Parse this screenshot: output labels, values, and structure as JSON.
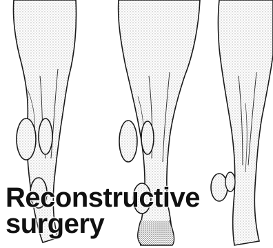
{
  "caption": {
    "line1": "Reconstructive",
    "line2": "surgery"
  },
  "colors": {
    "background": "#ffffff",
    "ink": "#1a1a1a",
    "shade": "#9a9a9a"
  },
  "figures": [
    {
      "view": "posterior-left-leg-with-flaps"
    },
    {
      "view": "posterior-leg-with-flaps"
    },
    {
      "view": "posterior-right-leg-with-flap"
    }
  ]
}
